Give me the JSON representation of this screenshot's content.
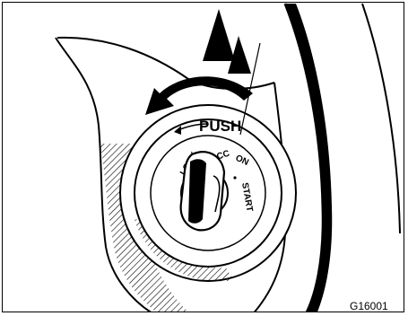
{
  "labels": {
    "push": "PUSH",
    "lock": "LOCK",
    "acc": "ACC",
    "on": "ON",
    "start": "START",
    "code": "G16001"
  },
  "colors": {
    "ink": "#000000",
    "paper": "#ffffff"
  }
}
